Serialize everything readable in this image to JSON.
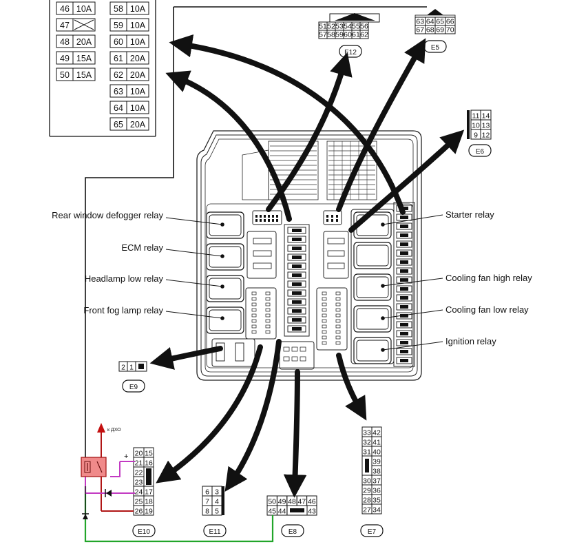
{
  "fuse_table": [
    {
      "col": 0,
      "row": 0,
      "num": "46",
      "amp": "10A"
    },
    {
      "col": 0,
      "row": 1,
      "num": "47",
      "amp": ""
    },
    {
      "col": 0,
      "row": 2,
      "num": "48",
      "amp": "20A"
    },
    {
      "col": 0,
      "row": 3,
      "num": "49",
      "amp": "15A"
    },
    {
      "col": 0,
      "row": 4,
      "num": "50",
      "amp": "15A"
    },
    {
      "col": 1,
      "row": 0,
      "num": "58",
      "amp": "10A"
    },
    {
      "col": 1,
      "row": 1,
      "num": "59",
      "amp": "10A"
    },
    {
      "col": 1,
      "row": 2,
      "num": "60",
      "amp": "10A"
    },
    {
      "col": 1,
      "row": 3,
      "num": "61",
      "amp": "20A"
    },
    {
      "col": 1,
      "row": 4,
      "num": "62",
      "amp": "20A"
    },
    {
      "col": 1,
      "row": 5,
      "num": "63",
      "amp": "10A"
    },
    {
      "col": 1,
      "row": 6,
      "num": "64",
      "amp": "10A"
    },
    {
      "col": 1,
      "row": 7,
      "num": "65",
      "amp": "20A"
    }
  ],
  "relay_labels": {
    "rear_window_defogger": "Rear window defogger relay",
    "ecm": "ECM relay",
    "headlamp_low": "Headlamp low relay",
    "front_fog_lamp": "Front fog lamp relay",
    "starter": "Starter relay",
    "cooling_fan_high": "Cooling fan high relay",
    "cooling_fan_low": "Cooling fan low relay",
    "ignition": "Ignition relay"
  },
  "connectors": {
    "e12": {
      "tag": "E12",
      "top": [
        "51",
        "52",
        "53",
        "54",
        "55",
        "56"
      ],
      "bottom": [
        "57",
        "58",
        "59",
        "60",
        "61",
        "62"
      ]
    },
    "e5": {
      "tag": "E5",
      "top": [
        "63",
        "64",
        "65",
        "66"
      ],
      "bottom": [
        "67",
        "68",
        "69",
        "70"
      ]
    },
    "e6": {
      "tag": "E6",
      "left": [
        "11",
        "10",
        "9"
      ],
      "right": [
        "14",
        "13",
        "12"
      ]
    },
    "e9": {
      "tag": "E9",
      "pins": [
        "2",
        "1"
      ]
    },
    "e10": {
      "tag": "E10",
      "left": [
        "20",
        "21",
        "22",
        "23",
        "24",
        "25",
        "26"
      ],
      "right": [
        "15",
        "16",
        "",
        "",
        "17",
        "18",
        "19"
      ]
    },
    "e11": {
      "tag": "E11",
      "left": [
        "6",
        "7",
        "8"
      ],
      "right": [
        "3",
        "4",
        "5"
      ]
    },
    "e8": {
      "tag": "E8",
      "top": [
        "50",
        "49",
        "48",
        "47",
        "46"
      ],
      "bottom": [
        "45",
        "44",
        "",
        "43"
      ]
    },
    "e7": {
      "tag": "E7",
      "left": [
        "33",
        "32",
        "31",
        "",
        "30",
        "29",
        "28",
        "27"
      ],
      "right": [
        "42",
        "41",
        "40",
        "39",
        "38",
        "37",
        "36",
        "35",
        "34"
      ]
    }
  },
  "annotations": {
    "ecu_label": "к ДХО",
    "plus_sign": "+"
  }
}
